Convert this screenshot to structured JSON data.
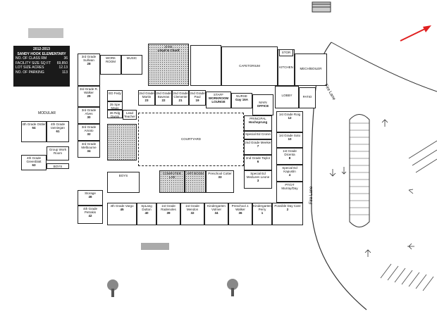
{
  "legend": {
    "title1": "2012-2013",
    "title2": "SANDY HOOK ELEMENTARY",
    "rows": [
      {
        "label": "NO. OF CLASS RM",
        "value": "36"
      },
      {
        "label": "FACILITY SIZE SQ FT",
        "value": "69,850"
      },
      {
        "label": "LOT SIZE ACRES",
        "value": "12.13"
      },
      {
        "label": "NO. OF PARKING",
        "value": "113"
      }
    ]
  },
  "rooms": {
    "work_room": {
      "title": "WORK ROOM",
      "num": ""
    },
    "music": {
      "title": "MUSIC",
      "num": ""
    },
    "gym": {
      "title": "GYM",
      "num": "Lloyd & Chard"
    },
    "cafetorium": {
      "title": "CAFETORIUM",
      "num": ""
    },
    "stor": {
      "title": "STOR",
      "num": ""
    },
    "kitchen": {
      "title": "KITCHEN",
      "num": ""
    },
    "mechboiler": {
      "title": "MECH/BOILER",
      "num": ""
    },
    "g3_sullivan": {
      "title": "3rd Grade Sullivan",
      "num": "28"
    },
    "g3_walker": {
      "title": "3rd Grade R. Walker",
      "num": "29"
    },
    "g3_alves": {
      "title": "3rd Grade Alves",
      "num": "30"
    },
    "g3_amato": {
      "title": "3rd Grade Amato",
      "num": "32"
    },
    "g3_melbourne": {
      "title": "3rd Grade Melbourne",
      "num": "34"
    },
    "modular": {
      "title": "MODULAR",
      "num": ""
    },
    "g4_ostler": {
      "title": "4th Grade Ostler",
      "num": "64"
    },
    "g4_ianniegan": {
      "title": "4th Grade Ianniegan",
      "num": "61"
    },
    "g4_greenblatt": {
      "title": "4th Grade Greenblatt",
      "num": "63"
    },
    "group_work": {
      "title": "Group Work Room",
      "num": ""
    },
    "boys_mod": {
      "title": "BOYS",
      "num": ""
    },
    "g2_martin": {
      "title": "2nd Grade Martin",
      "num": "23"
    },
    "g2_baveras": {
      "title": "2nd Grade Baveras",
      "num": "22"
    },
    "g2_clemente": {
      "title": "2nd Grade Clemente",
      "num": "21"
    },
    "g2_paul": {
      "title": "2nd Grade Paul",
      "num": "19"
    },
    "staff_lounge": {
      "title": "STAFF",
      "num": "WORKROOM LOUNGE"
    },
    "nurse": {
      "title": "NURSE",
      "num": "Gay 16A"
    },
    "main_office": {
      "title": "MAIN",
      "num": "OFFICE"
    },
    "lobby": {
      "title": "LOBBY",
      "num": ""
    },
    "patio": {
      "title": "PATIO",
      "num": ""
    },
    "principal": {
      "title": "PRINCIPAL",
      "num": "Hochsprung"
    },
    "courtyard": {
      "title": "COURTYARD",
      "num": ""
    },
    "g1_roig": {
      "title": "1st Grade Roig",
      "num": "12"
    },
    "g1_soto": {
      "title": "1st Grade Soto",
      "num": "10"
    },
    "g1_dicenta": {
      "title": "1st Grade Dicenta",
      "num": "8"
    },
    "sped_cronin": {
      "title": "Special Ed Cronin",
      "num": ""
    },
    "g2_meeker": {
      "title": "2nd Grade Meeker",
      "num": "7"
    },
    "g2_taylor": {
      "title": "2nd Grade Taylor",
      "num": "6"
    },
    "sped_medleen": {
      "title": "Special Ed MedLeen Leone",
      "num": "3"
    },
    "sped_kapustin": {
      "title": "Special Ed Kapustin",
      "num": "4"
    },
    "pt_ot": {
      "title": "PT/OT Murray/Day",
      "num": ""
    },
    "g4_cotter": {
      "title": "Preschool Cotter",
      "num": "33"
    },
    "computer_lab": {
      "title": "COMPUTER LAB",
      "num": ""
    },
    "art_room": {
      "title": "ART ROOM",
      "num": ""
    },
    "boys": {
      "title": "BOYS",
      "num": ""
    },
    "storage": {
      "title": "Storage",
      "num": "46"
    },
    "g4_petrakis": {
      "title": "4th Grade Petrakis",
      "num": "42"
    },
    "g4_vargo": {
      "title": "4th Grade Vargo",
      "num": "45"
    },
    "g4_dutton": {
      "title": "SpLang Dutton",
      "num": "40"
    },
    "g1_radenoles": {
      "title": "1st Grade Radenoles",
      "num": "39"
    },
    "g1_mendon": {
      "title": "1st Grade Mendon",
      "num": "32"
    },
    "k_volmer": {
      "title": "Kindergarten Volmer",
      "num": "34"
    },
    "preschool_walker": {
      "title": "Preschool J. Walker",
      "num": "36"
    },
    "k_perry": {
      "title": "Kindergarten Perry",
      "num": "1"
    },
    "possible_daycare": {
      "title": "Possible Day Care",
      "num": "2"
    },
    "small_a": {
      "title": "35 Spe Mapp",
      "num": ""
    },
    "small_b": {
      "title": "36 Rdg Ownis",
      "num": ""
    },
    "small_c": {
      "title": "Lead Teacher",
      "num": ""
    },
    "ed_fredy": {
      "title": "ED Fedy",
      "num": ""
    }
  },
  "labels": {
    "fire_lane_1": "Fire Lane",
    "fire_lane_2": "Fire Lane"
  }
}
